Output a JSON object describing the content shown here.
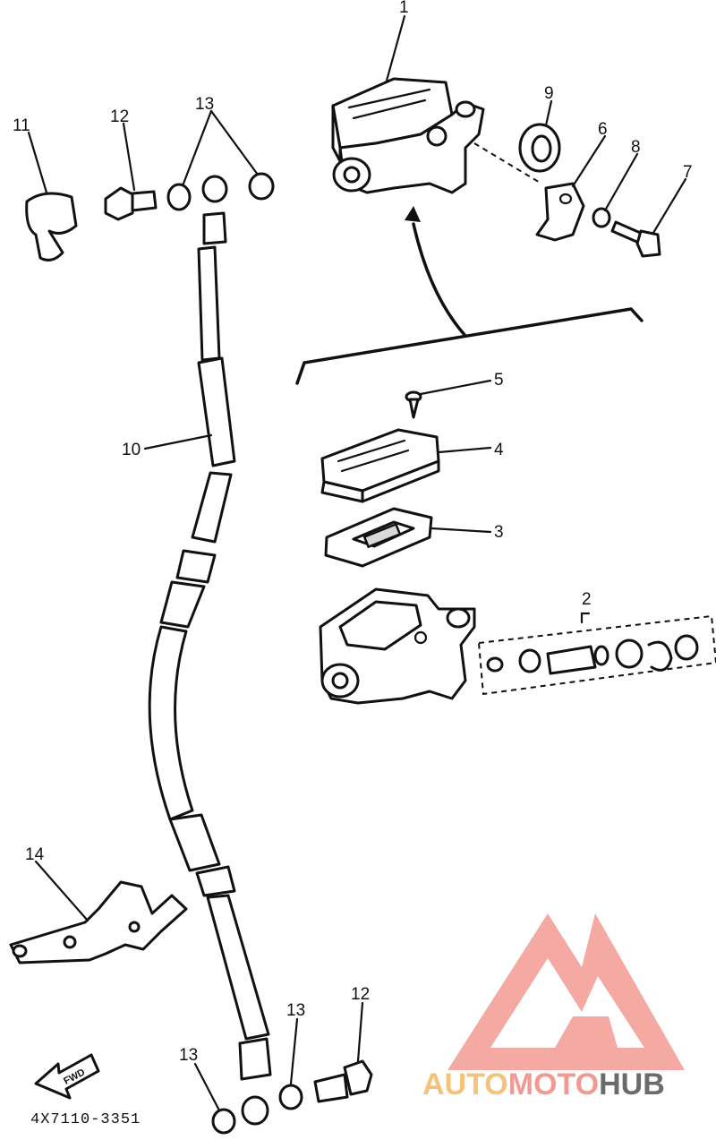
{
  "labels": {
    "p1": "1",
    "p2": "2",
    "p3": "3",
    "p4": "4",
    "p5": "5",
    "p6": "6",
    "p7": "7",
    "p8": "8",
    "p9": "9",
    "p10": "10",
    "p11": "11",
    "p12_top": "12",
    "p12_bottom": "12",
    "p13_top": "13",
    "p13_mid": "13",
    "p13_bottom": "13",
    "p14": "14"
  },
  "fwd_label": "FWD",
  "diagram_code": "4X7110-3351",
  "watermark": {
    "part1": "AUTO",
    "part2": "MOTO",
    "part3": "HUB",
    "colors": {
      "logo": "#f4a09a",
      "auto": "#f6c27a",
      "moto": "#f19a93",
      "hub": "#6b6b6b"
    }
  }
}
